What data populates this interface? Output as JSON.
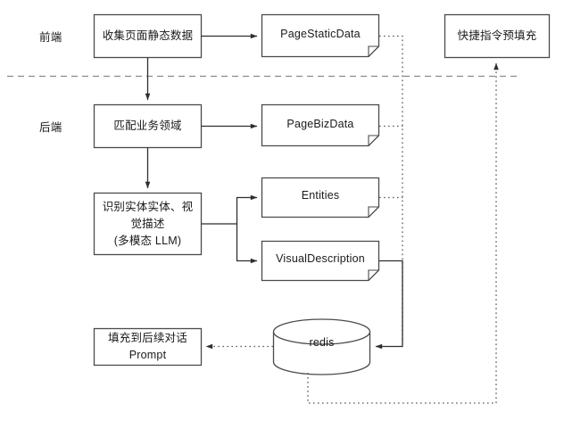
{
  "diagram": {
    "title": "Page Context Extraction Flow",
    "background_color": "#ffffff",
    "stroke_color": "#3a3a3a",
    "text_color": "#1a1a1a"
  },
  "swimlanes": [
    {
      "id": "frontend",
      "label": "前端"
    },
    {
      "id": "backend",
      "label": "后端"
    }
  ],
  "nodes": [
    {
      "id": "collect-static",
      "shape": "rectangle",
      "label": "收集页面静态数据",
      "lines": [
        "收集页面静态数据"
      ],
      "lane": "frontend"
    },
    {
      "id": "page-static-data",
      "shape": "document",
      "label": "PageStaticData",
      "lines": [
        "PageStaticData"
      ],
      "lane": "frontend"
    },
    {
      "id": "quick-command-prefill",
      "shape": "rectangle",
      "label": "快捷指令预填充",
      "lines": [
        "快捷指令预填充"
      ],
      "lane": "frontend"
    },
    {
      "id": "match-biz-domain",
      "shape": "rectangle",
      "label": "匹配业务领域",
      "lines": [
        "匹配业务领域"
      ],
      "lane": "backend"
    },
    {
      "id": "page-biz-data",
      "shape": "document",
      "label": "PageBizData",
      "lines": [
        "PageBizData"
      ],
      "lane": "backend"
    },
    {
      "id": "recognize-entities",
      "shape": "rectangle",
      "label": "识别实体实体、视觉描述 (多模态 LLM)",
      "lines": [
        "识别实体实体、视",
        "觉描述",
        "(多模态 LLM)"
      ],
      "lane": "backend"
    },
    {
      "id": "entities",
      "shape": "document",
      "label": "Entities",
      "lines": [
        "Entities"
      ],
      "lane": "backend"
    },
    {
      "id": "visual-description",
      "shape": "document",
      "label": "VisualDescription",
      "lines": [
        "VisualDescription"
      ],
      "lane": "backend"
    },
    {
      "id": "redis",
      "shape": "cylinder",
      "label": "redis",
      "lines": [
        "redis"
      ],
      "lane": "backend"
    },
    {
      "id": "fill-prompt",
      "shape": "rectangle",
      "label": "填充到后续对话 Prompt",
      "lines": [
        "填充到后续对话",
        "Prompt"
      ],
      "lane": "backend"
    }
  ],
  "edges": [
    {
      "id": "e1",
      "from": "collect-static",
      "to": "page-static-data",
      "style": "solid",
      "arrow": true
    },
    {
      "id": "e2",
      "from": "collect-static",
      "to": "match-biz-domain",
      "style": "solid",
      "arrow": true
    },
    {
      "id": "e3",
      "from": "match-biz-domain",
      "to": "page-biz-data",
      "style": "solid",
      "arrow": true
    },
    {
      "id": "e4",
      "from": "match-biz-domain",
      "to": "recognize-entities",
      "style": "solid",
      "arrow": true
    },
    {
      "id": "e5",
      "from": "recognize-entities",
      "to": "entities",
      "style": "solid",
      "arrow": true
    },
    {
      "id": "e6",
      "from": "recognize-entities",
      "to": "visual-description",
      "style": "solid",
      "arrow": true
    },
    {
      "id": "e7",
      "from": "page-static-data",
      "to": "redis",
      "style": "dotted",
      "arrow": true
    },
    {
      "id": "e8",
      "from": "page-biz-data",
      "to": "redis",
      "style": "dotted",
      "arrow": true
    },
    {
      "id": "e9",
      "from": "entities",
      "to": "redis",
      "style": "dotted",
      "arrow": true
    },
    {
      "id": "e10",
      "from": "visual-description",
      "to": "redis",
      "style": "solid",
      "arrow": true
    },
    {
      "id": "e11",
      "from": "redis",
      "to": "fill-prompt",
      "style": "dotted",
      "arrow": true
    },
    {
      "id": "e12",
      "from": "redis",
      "to": "quick-command-prefill",
      "style": "dotted",
      "arrow": true
    }
  ],
  "divider": {
    "id": "lane-divider",
    "style": "dashed",
    "orientation": "horizontal"
  }
}
